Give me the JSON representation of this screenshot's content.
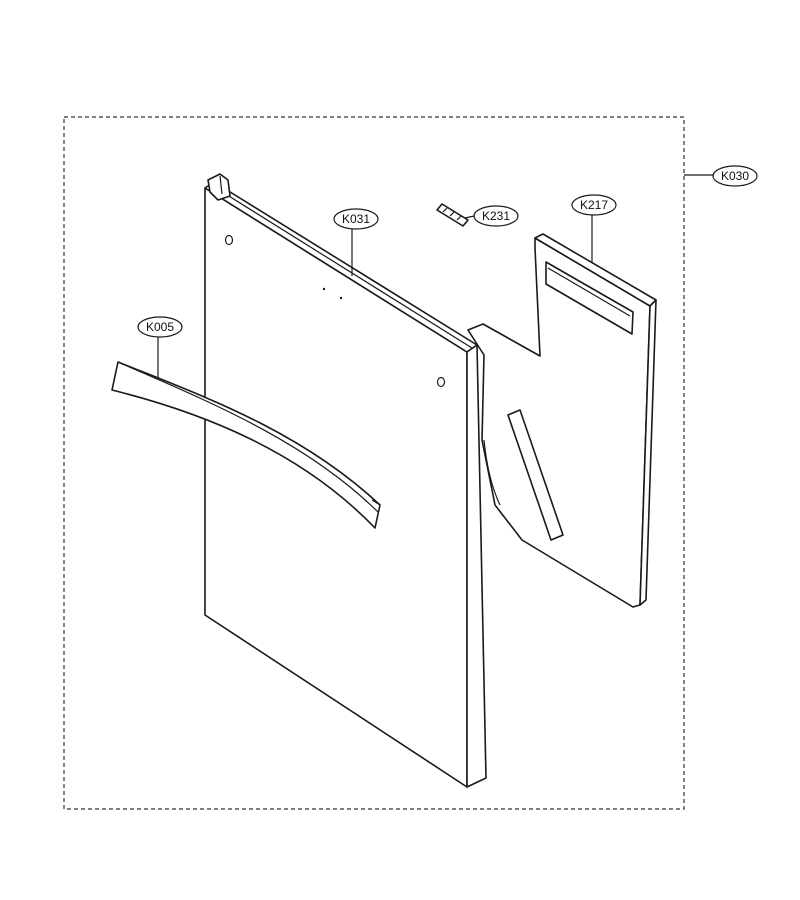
{
  "callouts": {
    "assembly": "K030",
    "door_panel": "K031",
    "handle": "K005",
    "bracket": "K231",
    "inner_liner": "K217"
  },
  "colors": {
    "line": "#1a1a1a",
    "background": "#ffffff"
  }
}
